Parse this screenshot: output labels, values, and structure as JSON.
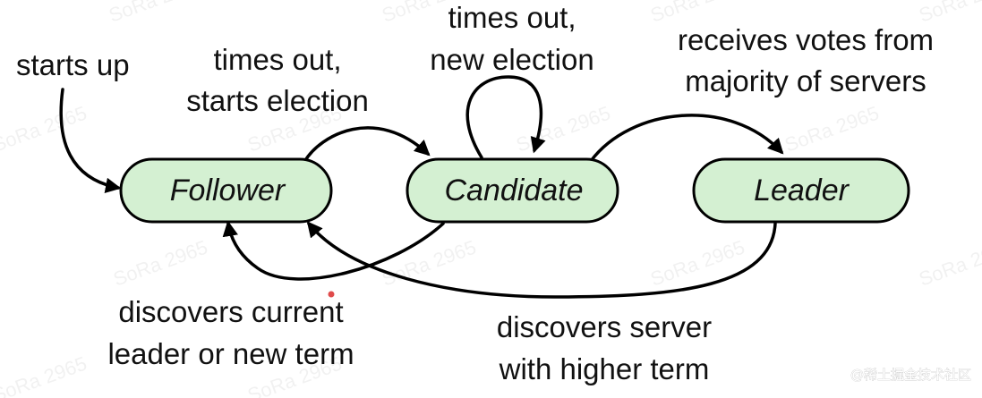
{
  "states": {
    "follower": "Follower",
    "candidate": "Candidate",
    "leader": "Leader"
  },
  "transitions": {
    "starts_up": [
      "starts up"
    ],
    "times_out_starts_election": [
      "times out,",
      "starts election"
    ],
    "times_out_new_election": [
      "times out,",
      "new election"
    ],
    "receives_votes": [
      "receives votes from",
      "majority of servers"
    ],
    "discovers_current_leader": [
      "discovers current",
      "leader or new term"
    ],
    "discovers_higher_term": [
      "discovers server",
      "with higher term"
    ]
  },
  "watermark": "SoRa 2965",
  "site_mark": "@稀土掘金技术社区",
  "colors": {
    "node_fill": "#d4f0d2",
    "node_stroke": "#000000",
    "arrow": "#000000"
  }
}
